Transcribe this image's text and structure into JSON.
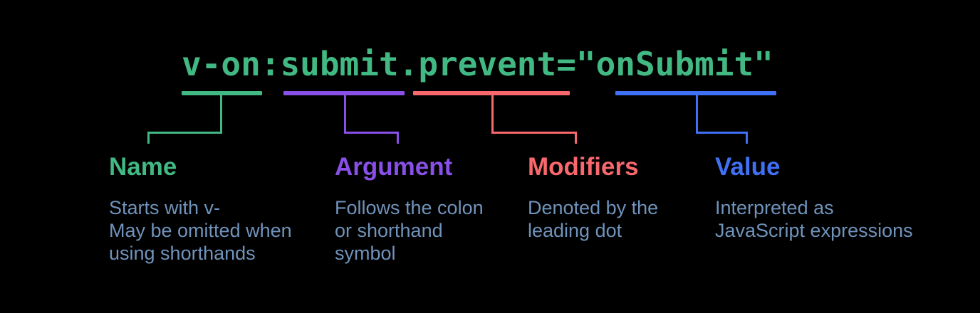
{
  "code": {
    "text": "v-on:submit.prevent=\"onSubmit\"",
    "color": "#42b883"
  },
  "annotations": [
    {
      "label": "Name",
      "description": "Starts with v-\nMay be omitted when\nusing shorthands",
      "color": "#42b883"
    },
    {
      "label": "Argument",
      "description": "Follows the colon\nor shorthand\nsymbol",
      "color": "#8950e8"
    },
    {
      "label": "Modifiers",
      "description": "Denoted by the\nleading dot",
      "color": "#f8686d"
    },
    {
      "label": "Value",
      "description": "Interpreted as\nJavaScript expressions",
      "color": "#4070f4"
    }
  ],
  "colors": {
    "background": "#000000",
    "body_text": "#7093bb"
  }
}
